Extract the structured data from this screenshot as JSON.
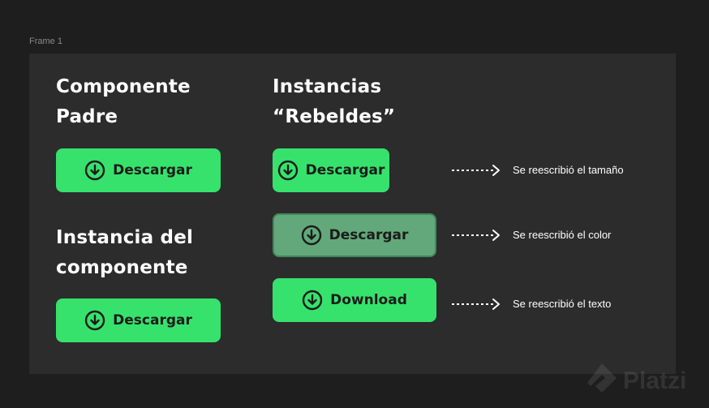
{
  "frame": {
    "label": "Frame 1"
  },
  "left": {
    "parent_heading": [
      "Componente",
      "Padre"
    ],
    "parent_button": {
      "label": "Descargar",
      "icon": "download-icon"
    },
    "instance_heading": [
      "Instancia del",
      "componente"
    ],
    "instance_button": {
      "label": "Descargar",
      "icon": "download-icon"
    }
  },
  "right": {
    "heading": [
      "Instancias",
      "“Rebeldes”"
    ],
    "rows": [
      {
        "button_label": "Descargar",
        "note": "Se reescribió el tamaño",
        "icon": "download-icon"
      },
      {
        "button_label": "Descargar",
        "note": "Se reescribió el color",
        "icon": "download-icon"
      },
      {
        "button_label": "Download",
        "note": "Se reescribió el texto",
        "icon": "download-icon"
      }
    ]
  },
  "colors": {
    "background": "#1e1e1e",
    "frame": "#2c2c2c",
    "button_green": "#36e26c",
    "button_muted_green": "#62a87a",
    "text": "#ffffff"
  },
  "watermark": {
    "text": "Platzi"
  }
}
